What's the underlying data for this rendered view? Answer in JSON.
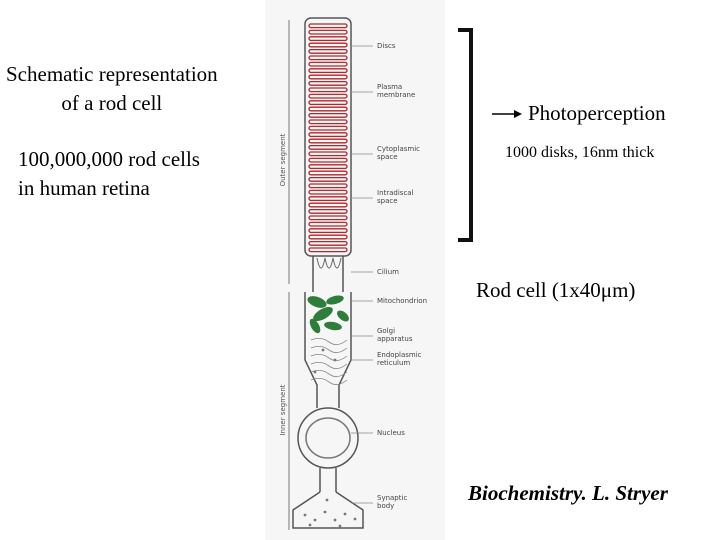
{
  "left_text": {
    "title_line1": "Schematic representation",
    "title_line2": "of a rod cell",
    "count_line1": "100,000,000 rod cells",
    "count_line2": "in human retina"
  },
  "right_text": {
    "photoperception": "Photoperception",
    "disks": "1000 disks, 16nm thick",
    "rod_size": "Rod cell   (1x40μm)",
    "credit": "Biochemistry. L. Stryer"
  },
  "figure": {
    "segment_labels": {
      "outer": "Outer segment",
      "inner": "Inner segment"
    },
    "callouts": [
      "Discs",
      "Plasma membrane",
      "Cytoplasmic space",
      "Intradiscal space",
      "Cilium",
      "Mitochondrion",
      "Golgi apparatus",
      "Endoplasmic reticulum",
      "Nucleus",
      "Synaptic body"
    ],
    "colors": {
      "discs": "#b3262b",
      "mitochondria": "#2f7d3a",
      "outline": "#555555",
      "bracket": "#111111"
    }
  }
}
